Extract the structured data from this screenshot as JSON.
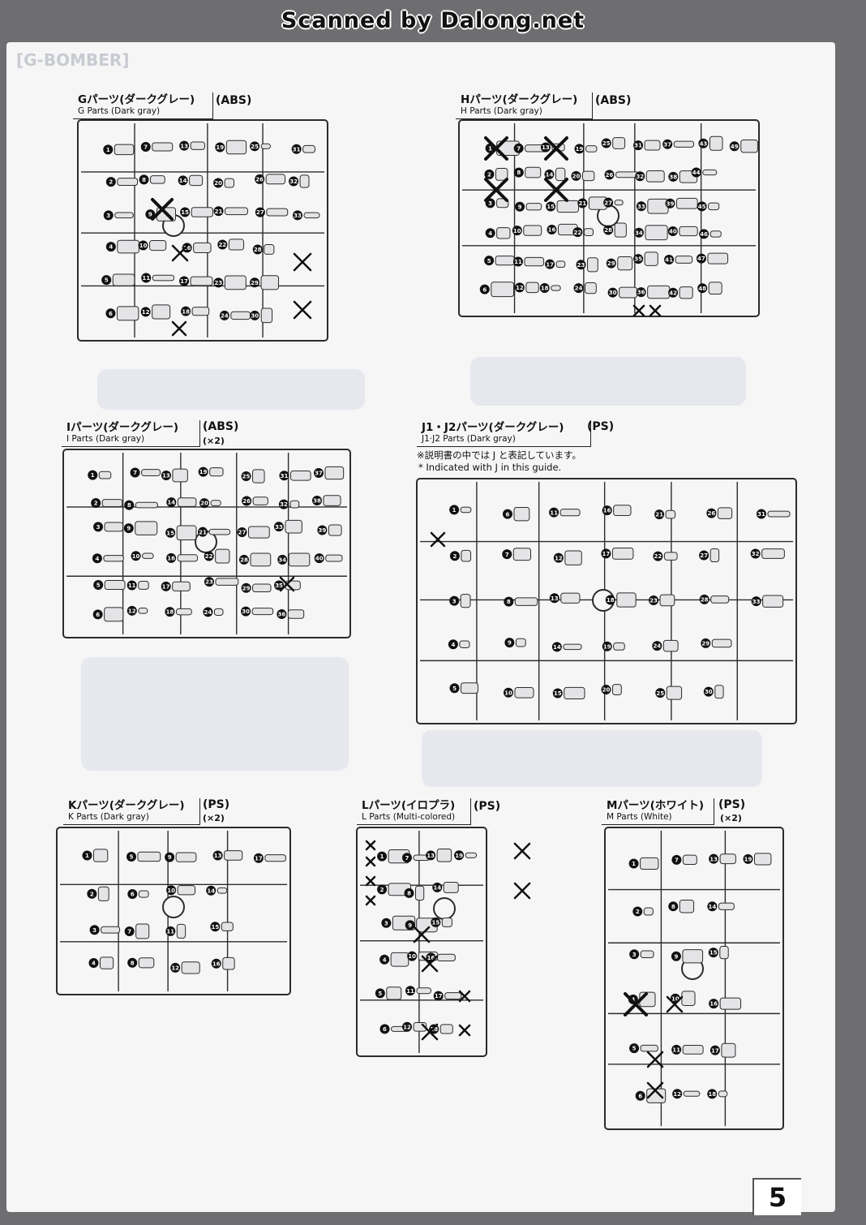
{
  "header": {
    "scan_credit": "Scanned by Dalong.net"
  },
  "page": {
    "section_title": "[G-BOMBER]",
    "page_number": "5"
  },
  "runners": [
    {
      "id": "G",
      "jp": "Gパーツ(ダークグレー)",
      "en": "G Parts (Dark gray)",
      "material": "(ABS)",
      "multiplier": ""
    },
    {
      "id": "H",
      "jp": "Hパーツ(ダークグレー)",
      "en": "H Parts (Dark gray)",
      "material": "(ABS)",
      "multiplier": ""
    },
    {
      "id": "I",
      "jp": "Iパーツ(ダークグレー)",
      "en": "I Parts (Dark gray)",
      "material": "(ABS)",
      "multiplier": "(×2)"
    },
    {
      "id": "J",
      "jp": "J1・J2パーツ(ダークグレー)",
      "en": "J1·J2 Parts (Dark gray)",
      "material": "(PS)",
      "multiplier": "",
      "note_jp": "※説明書の中では J と表記しています。",
      "note_en": "* Indicated with J in this guide."
    },
    {
      "id": "K",
      "jp": "Kパーツ(ダークグレー)",
      "en": "K Parts (Dark gray)",
      "material": "(PS)",
      "multiplier": "(×2)"
    },
    {
      "id": "L",
      "jp": "Lパーツ(イロプラ)",
      "en": "L Parts (Multi-colored)",
      "material": "(PS)",
      "multiplier": ""
    },
    {
      "id": "M",
      "jp": "Mパーツ(ホワイト)",
      "en": "M Parts (White)",
      "material": "(PS)",
      "multiplier": "(×2)"
    }
  ],
  "part_numbers": {
    "G": [
      "1",
      "2",
      "3",
      "4",
      "5",
      "6",
      "7",
      "8",
      "9",
      "10",
      "11",
      "12",
      "13",
      "14",
      "15",
      "16",
      "17",
      "18",
      "19",
      "20",
      "21",
      "22",
      "23",
      "24",
      "25",
      "26",
      "27",
      "28",
      "29",
      "30",
      "31",
      "32",
      "33"
    ],
    "H": [
      "1",
      "2",
      "3",
      "4",
      "5",
      "6",
      "7",
      "8",
      "9",
      "10",
      "11",
      "12",
      "13",
      "14",
      "15",
      "16",
      "17",
      "18",
      "19",
      "20",
      "21",
      "22",
      "23",
      "24",
      "25",
      "26",
      "27",
      "28",
      "29",
      "30",
      "31",
      "32",
      "33",
      "34",
      "35",
      "36",
      "37",
      "38",
      "39",
      "40",
      "41",
      "42",
      "43",
      "44",
      "45",
      "46",
      "47",
      "48",
      "49"
    ],
    "I": [
      "1",
      "2",
      "3",
      "4",
      "5",
      "6",
      "7",
      "8",
      "9",
      "10",
      "11",
      "12",
      "13",
      "14",
      "15",
      "16",
      "17",
      "18",
      "19",
      "20",
      "21",
      "22",
      "23",
      "24",
      "25",
      "26",
      "27",
      "28",
      "29",
      "30",
      "31",
      "32",
      "33",
      "34",
      "35",
      "36",
      "37",
      "38",
      "39",
      "40"
    ],
    "J": [
      "1",
      "2",
      "3",
      "4",
      "5",
      "6",
      "7",
      "8",
      "9",
      "10",
      "11",
      "12",
      "13",
      "14",
      "15",
      "16",
      "17",
      "18",
      "19",
      "20",
      "21",
      "22",
      "23",
      "24",
      "25",
      "26",
      "27",
      "28",
      "29",
      "30",
      "31",
      "32",
      "33"
    ],
    "K": [
      "1",
      "2",
      "3",
      "4",
      "5",
      "6",
      "7",
      "8",
      "9",
      "10",
      "11",
      "12",
      "13",
      "14",
      "15",
      "16",
      "17"
    ],
    "L": [
      "1",
      "2",
      "3",
      "4",
      "5",
      "6",
      "7",
      "8",
      "9",
      "10",
      "11",
      "12",
      "13",
      "14",
      "15",
      "16",
      "17",
      "18",
      "19"
    ],
    "M": [
      "1",
      "2",
      "3",
      "4",
      "5",
      "6",
      "7",
      "8",
      "9",
      "10",
      "11",
      "12",
      "13",
      "14",
      "15",
      "16",
      "17",
      "18",
      "19"
    ]
  },
  "colors": {
    "frame_stroke": "#2b2b2b",
    "part_fill": "#e4e4e6",
    "bullet": "#111111",
    "page_bg": "#f6f6f7",
    "scan_border": "#6e6e70"
  },
  "icons": {
    "unused": "cross-mark-icon",
    "part_no": "numbered-bullet-icon"
  }
}
